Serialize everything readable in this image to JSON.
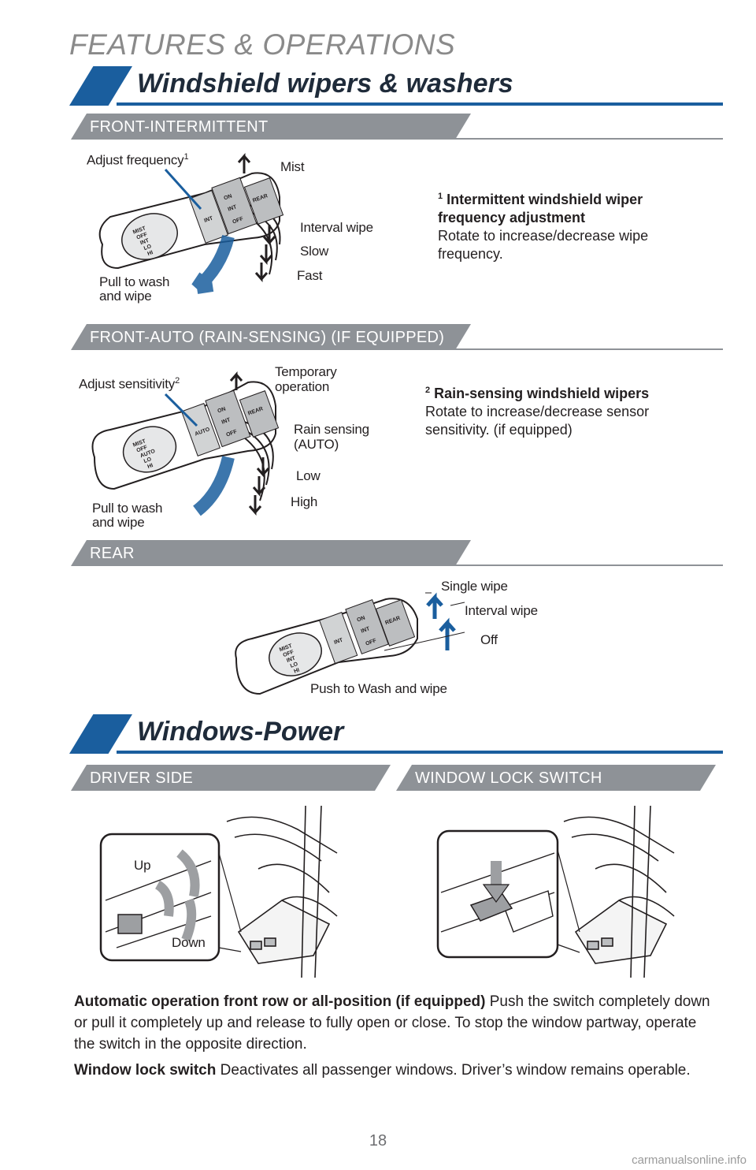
{
  "page": {
    "header": "FEATURES & OPERATIONS",
    "number": "18",
    "footer_site": "carmanualsonline.info"
  },
  "wipers": {
    "title": "Windshield wipers & washers",
    "front_intermittent": {
      "banner": "FRONT-INTERMITTENT",
      "labels": {
        "adjust": "Adjust frequency",
        "adjust_sup": "1",
        "mist": "Mist",
        "interval": "Interval wipe",
        "slow": "Slow",
        "fast": "Fast",
        "pull_line1": "Pull to wash",
        "pull_line2": "and wipe"
      },
      "note": {
        "sup": "1",
        "title": "Intermittent windshield wiper frequency adjustment",
        "body": "Rotate to increase/decrease wipe frequency."
      },
      "stalk_text": {
        "ring": [
          "MIST",
          "OFF",
          "INT",
          "LO",
          "HI"
        ],
        "band": "INT",
        "knob": [
          "ON",
          "INT",
          "OFF"
        ],
        "rear": "REAR"
      }
    },
    "front_auto": {
      "banner": "FRONT-AUTO (RAIN-SENSING) (IF EQUIPPED)",
      "labels": {
        "adjust": "Adjust sensitivity",
        "adjust_sup": "2",
        "temporary_line1": "Temporary",
        "temporary_line2": "operation",
        "rain_line1": "Rain sensing",
        "rain_line2": "(AUTO)",
        "low": "Low",
        "high": "High",
        "pull_line1": "Pull to wash",
        "pull_line2": "and wipe"
      },
      "note": {
        "sup": "2",
        "title": "Rain-sensing windshield wipers",
        "body": "Rotate to increase/decrease sensor sensitivity. (if equipped)"
      },
      "stalk_text": {
        "ring": [
          "MIST",
          "OFF",
          "AUTO",
          "LO",
          "HI"
        ],
        "band": "AUTO",
        "knob": [
          "ON",
          "INT",
          "OFF"
        ],
        "rear": "REAR"
      }
    },
    "rear": {
      "banner": "REAR",
      "labels": {
        "single": "Single wipe",
        "interval": "Interval wipe",
        "off": "Off",
        "push": "Push to Wash and wipe"
      },
      "stalk_text": {
        "ring": [
          "MIST",
          "OFF",
          "INT",
          "LO",
          "HI"
        ],
        "band": "INT",
        "knob": [
          "ON",
          "INT",
          "OFF"
        ],
        "rear": "REAR"
      }
    }
  },
  "windows": {
    "title": "Windows-Power",
    "driver_banner": "DRIVER SIDE",
    "lock_banner": "WINDOW LOCK SWITCH",
    "up": "Up",
    "down": "Down",
    "para1_bold": "Automatic operation front row or all-position (if equipped)",
    "para1_text": " Push the switch completely down or pull it completely up and release to fully open or close. To stop the window partway, operate the switch in the opposite direction.",
    "para2_bold": "Window lock switch",
    "para2_text": " Deactivates all passenger windows. Driver’s window remains operable."
  },
  "colors": {
    "brand_blue": "#1a5e9e",
    "banner_gray": "#8e9297",
    "grey_title": "#8a8a8a"
  }
}
